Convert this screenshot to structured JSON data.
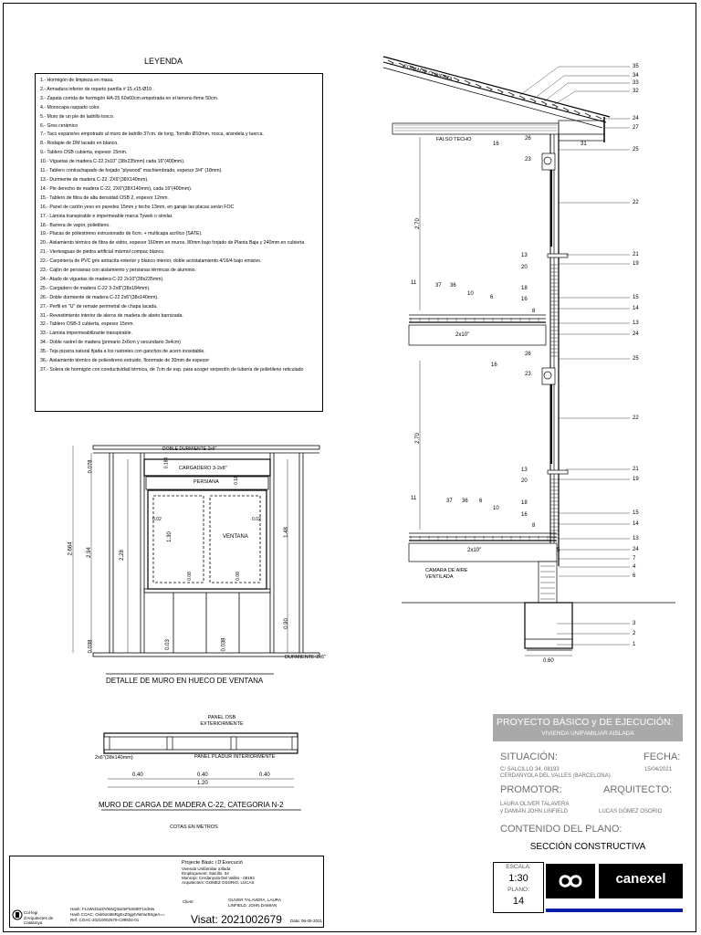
{
  "legend": {
    "title": "LEYENDA",
    "items": [
      "1.- Hormigón de limpieza en masa.",
      "2.- Armadura inferior de reparto parrilla # 15 x15 Ø10 .",
      "3.- Zapata corrida de hormigón HA-25 60x60cm empotrada en el terreno firme 50cm.",
      "4.- Monocapa raspado color.",
      "5.- Muro de un pie de ladrillo tosco.",
      "6.- Gres cerámico",
      "7.- Taco expansivo empotrado al muro de ladrillo 37cm. de long, Tornillo Ø10mm, rosca, arandela y tuerca.",
      "8.- Rodapie de DM lacado en blanco.",
      "9.- Tablero OSB cubierta, espesor 15mm.",
      "10.- Viguetas de madera C-22  2x10\" (38x235mm)  cada 16\"(400mm).",
      "11.- Tablero contrachapado de forjado \"plywood\" machiembrado, espesor 3/4\" (18mm).",
      "13.- Durmiente de madera C-22, 2X6\"(38X140mm).",
      "14.- Pie derecho de madera C-22, 2X6\"(38X140mm), cada 16\"(400mm).",
      "15.- Tablero de fibra de alta densidad OSB 2, espesor 12mm.",
      "16.- Panel de cartón yeso en paredes 15mm y techo 13mm, en garaje las placas serán FOC",
      "17.- Lámina transpirable e impermeable marca Tywek o similar.",
      "18.- Barrera de vapor, polietileno.",
      "19.- Placas de poliestireno extrusionado de 6cm. + multicapa acrílico (SATE).",
      "20.- Aislamiento térmico de fibra de vidrio, espesor 160mm en muros, 80mm bajo forjado de Planta Baja y 240mm en cubierta",
      "21.- Vierteaguas de piedra artificial mármol compac blanco.",
      "22.- Carpintería de PVC gris antracita exterior y blanco interior, doble acristalamiento 4/16/4 bajo emisivo.",
      "23.- Cajón de persianas con aislamiento y persianas térmicas de aluminio.",
      "24.- Atado de viguetas de madera C-22 2x10\"(38x235mm).",
      "25.- Cargadero de madera C-22 3-2x8\"(38x184mm).",
      "26.- Doble durmiente de madera C-22 2x6\"(38x140mm).",
      "27.- Perfil en \"U\" de remate perimetral de chapa lacada.",
      "31.- Revestimiento interior de aleros de madera de abeto barnizada.",
      "32.- Tablero OSB-3 cubierta, espesor 15mm.",
      "33.- Lamina impermeabilizante transpirable.",
      "34.- Doble rastrel de madera (primario 2x6cm y secundario 3x4cm)",
      "35.- Teja pizarra natural fijada a los rastreles con ganchos de acero inoxidable.",
      "36.- Aislamiento térmico  de poliestireno extruido, floormate de 30mm de espesor",
      "37.- Solera de hormigón con conductividad térmica, de 7cm de esp. para acoger serpentín de tubería de polietileno reticulado"
    ]
  },
  "section": {
    "forjado_cubierta": "FORJADO CUBIERTA",
    "falso_techo": "FALSO TECHO",
    "camara_aire": "CAMARA DE AIRE VENTILADA",
    "joist_label": "2x10\"",
    "dim_270": "2.70",
    "dim_060": "0.60",
    "right_numbers_top": [
      "35",
      "34",
      "33",
      "32",
      "24",
      "27",
      "25",
      "22",
      "21",
      "19",
      "15",
      "14",
      "13",
      "24",
      "25",
      "22",
      "21",
      "19",
      "15",
      "14",
      "13",
      "24",
      "7",
      "4",
      "6",
      "3",
      "2",
      "1"
    ],
    "left_numbers": [
      "26",
      "16",
      "31",
      "23",
      "13",
      "20",
      "18",
      "16",
      "8",
      "11",
      "37",
      "36",
      "10",
      "6",
      "16",
      "26",
      "23",
      "13",
      "20",
      "18",
      "16",
      "8",
      "11",
      "37",
      "36",
      "10",
      "6",
      "5"
    ]
  },
  "window_detail": {
    "title": "DETALLE DE MURO EN HUECO DE VENTANA",
    "doble_durmiente": "DOBLE DURMIENTE 2x6\"",
    "cargadero": "CARGADERO 3-2x8\"",
    "persiana": "PERSIANA",
    "ventana": "VENTANA",
    "durmiente": "DURMIENTE 2x6\"",
    "dims": [
      "0.078",
      "0.184",
      "0.18",
      "2.664",
      "2.94",
      "2.28",
      "0.02",
      "1.30",
      "0.02",
      "1.48",
      "0.08",
      "0.08",
      "0.90",
      "0.038",
      "0.03",
      "0.038"
    ]
  },
  "wall_section": {
    "panel_osb": "PANEL OSB EXTERIORMENTE",
    "panel_pladur": "PANEL PLADUR INTERIORMENTE",
    "stud": "2x6\"(38x140mm)",
    "dims": [
      "0.40",
      "0.40",
      "0.40",
      "1.20"
    ],
    "title": "MURO DE CARGA DE MADERA C-22, CATEGORIA N-2",
    "cotas": "COTAS EN METROS"
  },
  "title_block": {
    "project": "PROYECTO BÁSICO y DE EJECUCIÓN:",
    "subtitle": "VIVIENDA UNIFAMILIAR AISLADA",
    "situacion_h": "SITUACIÓN:",
    "situacion_1": "C/ SALCILLO 34, 08193",
    "situacion_2": "CERDANYOLA DEL VALLES (BARCELONA)",
    "fecha_h": "FECHA:",
    "fecha": "15/04/2021",
    "promotor_h": "PROMOTOR:",
    "promotor_1": "LAURA OLIVER TALAVERA",
    "promotor_2": "y DAMIAN JOHN LINFIELD",
    "arquitecto_h": "ARQUITECTO:",
    "arquitecto": "LUCAS GÓMEZ OSORIO",
    "contenido_h": "CONTENIDO DEL PLANO:",
    "contenido": "SECCIÓN  CONSTRUCTIVA",
    "escala_h": "ESCALA:",
    "escala": "1:30",
    "plano_h": "PLANO:",
    "plano": "14",
    "brand": "canexel"
  },
  "stamp": {
    "line1": "Projecte Bàsic i D'Execució",
    "line2": "Vivenda Unifamiliar aïllada",
    "line3": "Emplaçament: Salcillo, 34",
    "line4": "Municipi: Cerdanyola Del Vallès - 08193",
    "line5": "Arquitecte/s: GOMEZ OSORIO, LUCAS",
    "client_h": "Client:",
    "client": "OLIVER TALAVERA, LAURA LINFIELD, JOHN DAMIAN",
    "hash1": "Hash: FLsWcDaz0VWsQ3xi0eFkS59IF1ndHw",
    "hash2": "Hash COAC: Ovk9o0i56RgExZ0gpIVWrwr8SgeA==",
    "ref": "Ref: COAC-20210002679-C99934-01",
    "visat": "Visat: 2021002679",
    "date": "Data: 06-05-2021",
    "college": "Col·legi d'Arquitectes de Catalunya"
  }
}
